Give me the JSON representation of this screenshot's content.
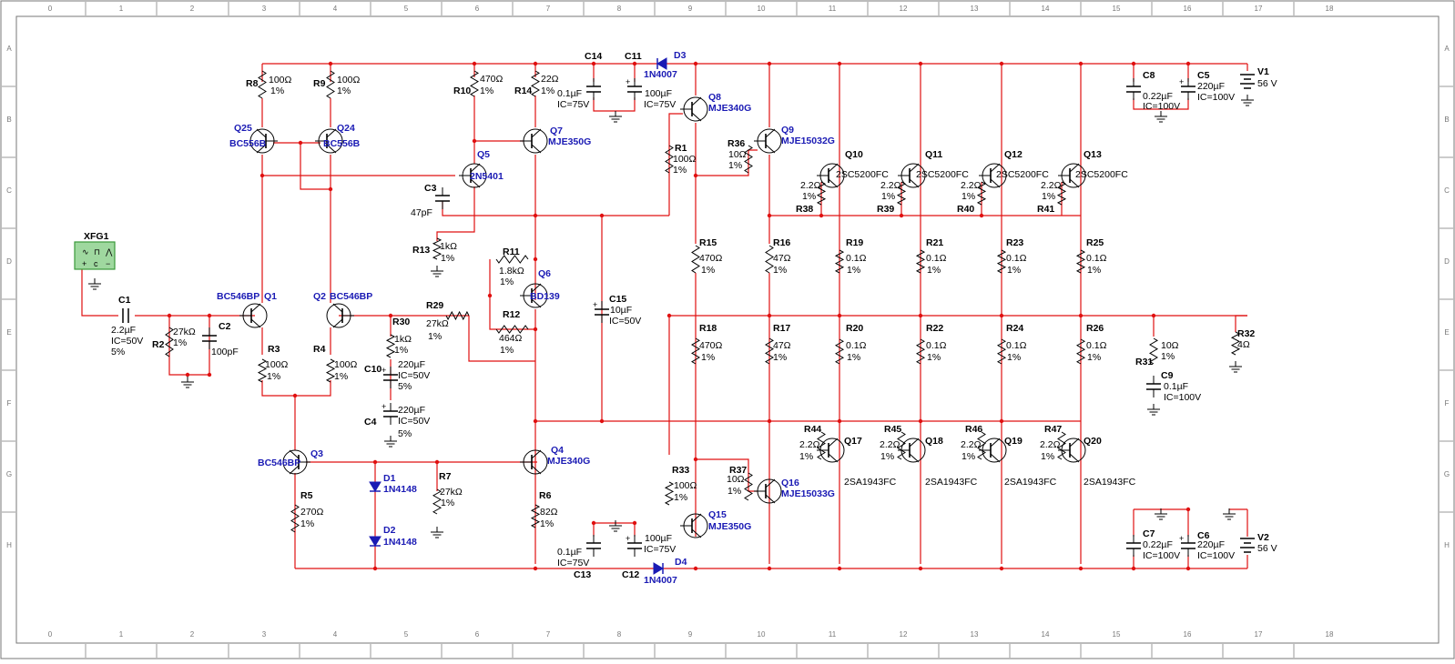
{
  "grid": {
    "cols": [
      "0",
      "1",
      "2",
      "3",
      "4",
      "5",
      "6",
      "7",
      "8",
      "9",
      "10",
      "11",
      "12",
      "13",
      "14",
      "15",
      "16",
      "17",
      "18"
    ],
    "rows": [
      "A",
      "B",
      "C",
      "D",
      "E",
      "F",
      "G",
      "H"
    ]
  },
  "instrument": {
    "name": "XFG1"
  },
  "labels": [
    {
      "text": "R8"
    },
    {
      "text": "100Ω"
    },
    {
      "text": "1%"
    },
    {
      "text": "R9"
    },
    {
      "text": "100Ω"
    },
    {
      "text": "1%"
    },
    {
      "text": "R10"
    },
    {
      "text": "470Ω"
    },
    {
      "text": "1%"
    },
    {
      "text": "R14"
    },
    {
      "text": "22Ω"
    },
    {
      "text": "1%"
    },
    {
      "text": "C14"
    },
    {
      "text": "0.1µF"
    },
    {
      "text": "IC=75V"
    },
    {
      "text": "C11"
    },
    {
      "text": "100µF"
    },
    {
      "text": "IC=75V"
    },
    {
      "text": "C3"
    },
    {
      "text": "47pF"
    },
    {
      "text": "R13"
    },
    {
      "text": "1kΩ"
    },
    {
      "text": "1%"
    },
    {
      "text": "R1"
    },
    {
      "text": "100Ω"
    },
    {
      "text": "1%"
    },
    {
      "text": "R36"
    },
    {
      "text": "10Ω"
    },
    {
      "text": "1%"
    },
    {
      "text": "C8"
    },
    {
      "text": "0.22µF"
    },
    {
      "text": "IC=100V"
    },
    {
      "text": "C5"
    },
    {
      "text": "220µF"
    },
    {
      "text": "IC=100V"
    },
    {
      "text": "V1"
    },
    {
      "text": "56 V"
    },
    {
      "text": "2.2Ω"
    },
    {
      "text": "1%"
    },
    {
      "text": "R38"
    },
    {
      "text": "2.2Ω"
    },
    {
      "text": "1%"
    },
    {
      "text": "R39"
    },
    {
      "text": "2.2Ω"
    },
    {
      "text": "1%"
    },
    {
      "text": "R40"
    },
    {
      "text": "2.2Ω"
    },
    {
      "text": "1%"
    },
    {
      "text": "R41"
    },
    {
      "text": "C1"
    },
    {
      "text": "2.2µF"
    },
    {
      "text": "IC=50V"
    },
    {
      "text": "5%"
    },
    {
      "text": "R2"
    },
    {
      "text": "27kΩ"
    },
    {
      "text": "1%"
    },
    {
      "text": "C2"
    },
    {
      "text": "100pF"
    },
    {
      "text": "R3"
    },
    {
      "text": "100Ω"
    },
    {
      "text": "1%"
    },
    {
      "text": "R4"
    },
    {
      "text": "100Ω"
    },
    {
      "text": "1%"
    },
    {
      "text": "R29"
    },
    {
      "text": "27kΩ"
    },
    {
      "text": "1%"
    },
    {
      "text": "R30"
    },
    {
      "text": "1kΩ"
    },
    {
      "text": "1%"
    },
    {
      "text": "C10"
    },
    {
      "text": "220µF"
    },
    {
      "text": "IC=50V"
    },
    {
      "text": "5%"
    },
    {
      "text": "C4"
    },
    {
      "text": "220µF"
    },
    {
      "text": "IC=50V"
    },
    {
      "text": "5%"
    },
    {
      "text": "R11"
    },
    {
      "text": "1.8kΩ"
    },
    {
      "text": "1%"
    },
    {
      "text": "R12"
    },
    {
      "text": "464Ω"
    },
    {
      "text": "1%"
    },
    {
      "text": "C15"
    },
    {
      "text": "10µF"
    },
    {
      "text": "IC=50V"
    },
    {
      "text": "R15"
    },
    {
      "text": "470Ω"
    },
    {
      "text": "1%"
    },
    {
      "text": "R18"
    },
    {
      "text": "470Ω"
    },
    {
      "text": "1%"
    },
    {
      "text": "R16"
    },
    {
      "text": "47Ω"
    },
    {
      "text": "1%"
    },
    {
      "text": "R17"
    },
    {
      "text": "47Ω"
    },
    {
      "text": "1%"
    },
    {
      "text": "R19"
    },
    {
      "text": "0.1Ω"
    },
    {
      "text": "1%"
    },
    {
      "text": "R21"
    },
    {
      "text": "0.1Ω"
    },
    {
      "text": "1%"
    },
    {
      "text": "R23"
    },
    {
      "text": "0.1Ω"
    },
    {
      "text": "1%"
    },
    {
      "text": "R25"
    },
    {
      "text": "0.1Ω"
    },
    {
      "text": "1%"
    },
    {
      "text": "R20"
    },
    {
      "text": "0.1Ω"
    },
    {
      "text": "1%"
    },
    {
      "text": "R22"
    },
    {
      "text": "0.1Ω"
    },
    {
      "text": "1%"
    },
    {
      "text": "R24"
    },
    {
      "text": "0.1Ω"
    },
    {
      "text": "1%"
    },
    {
      "text": "R26"
    },
    {
      "text": "0.1Ω"
    },
    {
      "text": "1%"
    },
    {
      "text": "R31"
    },
    {
      "text": "10Ω"
    },
    {
      "text": "1%"
    },
    {
      "text": "C9"
    },
    {
      "text": "0.1µF"
    },
    {
      "text": "IC=100V"
    },
    {
      "text": "R32"
    },
    {
      "text": "4Ω"
    },
    {
      "text": "R44"
    },
    {
      "text": "2.2Ω"
    },
    {
      "text": "1%"
    },
    {
      "text": "R45"
    },
    {
      "text": "2.2Ω"
    },
    {
      "text": "1%"
    },
    {
      "text": "R46"
    },
    {
      "text": "2.2Ω"
    },
    {
      "text": "1%"
    },
    {
      "text": "R47"
    },
    {
      "text": "2.2Ω"
    },
    {
      "text": "1%"
    },
    {
      "text": "R5"
    },
    {
      "text": "270Ω"
    },
    {
      "text": "1%"
    },
    {
      "text": "R7"
    },
    {
      "text": "27kΩ"
    },
    {
      "text": "1%"
    },
    {
      "text": "R6"
    },
    {
      "text": "82Ω"
    },
    {
      "text": "1%"
    },
    {
      "text": "R33"
    },
    {
      "text": "100Ω"
    },
    {
      "text": "1%"
    },
    {
      "text": "R37"
    },
    {
      "text": "10Ω"
    },
    {
      "text": "1%"
    },
    {
      "text": "C13"
    },
    {
      "text": "0.1µF"
    },
    {
      "text": "IC=75V"
    },
    {
      "text": "C12"
    },
    {
      "text": "100µF"
    },
    {
      "text": "IC=75V"
    },
    {
      "text": "C7"
    },
    {
      "text": "0.22µF"
    },
    {
      "text": "IC=100V"
    },
    {
      "text": "C6"
    },
    {
      "text": "220µF"
    },
    {
      "text": "IC=100V"
    },
    {
      "text": "V2"
    },
    {
      "text": "56 V"
    },
    {
      "text": "Q10"
    },
    {
      "text": "2SC5200FC"
    },
    {
      "text": "Q11"
    },
    {
      "text": "2SC5200FC"
    },
    {
      "text": "Q12"
    },
    {
      "text": "2SC5200FC"
    },
    {
      "text": "Q13"
    },
    {
      "text": "2SC5200FC"
    },
    {
      "text": "Q17"
    },
    {
      "text": "2SA1943FC"
    },
    {
      "text": "Q18"
    },
    {
      "text": "2SA1943FC"
    },
    {
      "text": "Q19"
    },
    {
      "text": "2SA1943FC"
    },
    {
      "text": "Q20"
    },
    {
      "text": "2SA1943FC"
    }
  ],
  "part_labels": [
    {
      "text": "D3"
    },
    {
      "text": "1N4007"
    },
    {
      "text": "Q8"
    },
    {
      "text": "MJE340G"
    },
    {
      "text": "Q9"
    },
    {
      "text": "MJE15032G"
    },
    {
      "text": "Q7"
    },
    {
      "text": "MJE350G"
    },
    {
      "text": "Q25"
    },
    {
      "text": "BC556B"
    },
    {
      "text": "Q24"
    },
    {
      "text": "BC556B"
    },
    {
      "text": "Q5"
    },
    {
      "text": "2N5401"
    },
    {
      "text": "Q6"
    },
    {
      "text": "BD139"
    },
    {
      "text": "BC546BP"
    },
    {
      "text": "Q1"
    },
    {
      "text": "Q2"
    },
    {
      "text": "BC546BP"
    },
    {
      "text": "BC546BP"
    },
    {
      "text": "Q3"
    },
    {
      "text": "D1"
    },
    {
      "text": "1N4148"
    },
    {
      "text": "D2"
    },
    {
      "text": "1N4148"
    },
    {
      "text": "Q4"
    },
    {
      "text": "MJE340G"
    },
    {
      "text": "Q16"
    },
    {
      "text": "MJE15033G"
    },
    {
      "text": "Q15"
    },
    {
      "text": "MJE350G"
    },
    {
      "text": "D4"
    },
    {
      "text": "1N4007"
    }
  ],
  "colors": {
    "wire": "#e01010",
    "component": "#000000",
    "part_label": "#1a1ab4",
    "border": "#888888",
    "instrument": "#3a9a3a"
  }
}
